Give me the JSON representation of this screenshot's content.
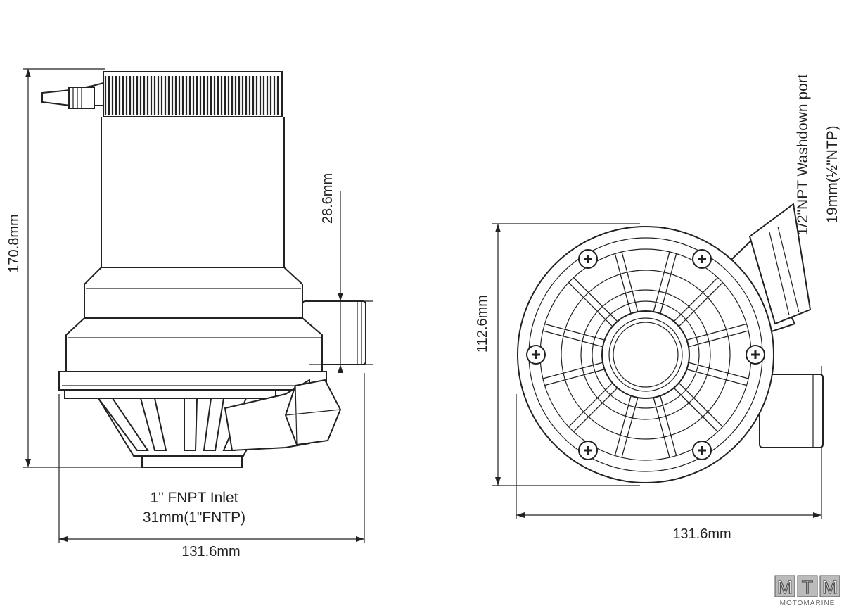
{
  "side_view": {
    "height_dim": "170.8mm",
    "outlet_dim": "28.6mm",
    "inlet_label_line1": "1\" FNPT Inlet",
    "inlet_label_line2": "31mm(1\"FNTP)",
    "width_dim": "131.6mm"
  },
  "bottom_view": {
    "height_dim": "112.6mm",
    "width_dim": "131.6mm",
    "washdown_line1": "1/2\"NPT  Washdown port",
    "washdown_line2": "19mm(½\"NTP)"
  },
  "watermark": {
    "letters": [
      "M",
      "T",
      "M"
    ],
    "brand": "MOTOMARINE"
  }
}
